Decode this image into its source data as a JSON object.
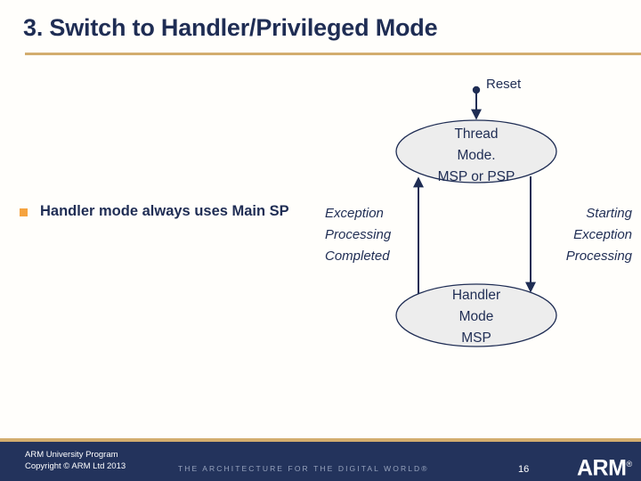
{
  "slide": {
    "title": "3. Switch to Handler/Privileged Mode",
    "page_number": "16"
  },
  "colors": {
    "title_navy": "#1f2d54",
    "gold_rule": "#d3ad6e",
    "bullet_orange": "#f5a33f",
    "footer_navy": "#23335c",
    "ellipse_fill": "#ededed",
    "ellipse_stroke": "#1f2d54",
    "background": "#fffefb"
  },
  "bullets": [
    {
      "text": "Handler mode always uses Main SP"
    }
  ],
  "diagram": {
    "states": [
      {
        "id": "thread-mode",
        "line1": "Thread",
        "line2": "Mode.",
        "line3": "MSP or PSP"
      },
      {
        "id": "handler-mode",
        "line1": "Handler",
        "line2": "Mode",
        "line3": "MSP"
      }
    ],
    "labels": {
      "reset": "Reset",
      "exception_completed_line1": "Exception",
      "exception_completed_line2": "Processing",
      "exception_completed_line3": "Completed",
      "starting_exception_line1": "Starting",
      "starting_exception_line2": "Exception",
      "starting_exception_line3": "Processing"
    }
  },
  "footer": {
    "org_line1": "ARM University Program",
    "org_line2": "Copyright © ARM Ltd 2013",
    "tagline": "THE ARCHITECTURE FOR THE DIGITAL WORLD®",
    "logo_text": "ARM",
    "logo_tm": "®"
  }
}
